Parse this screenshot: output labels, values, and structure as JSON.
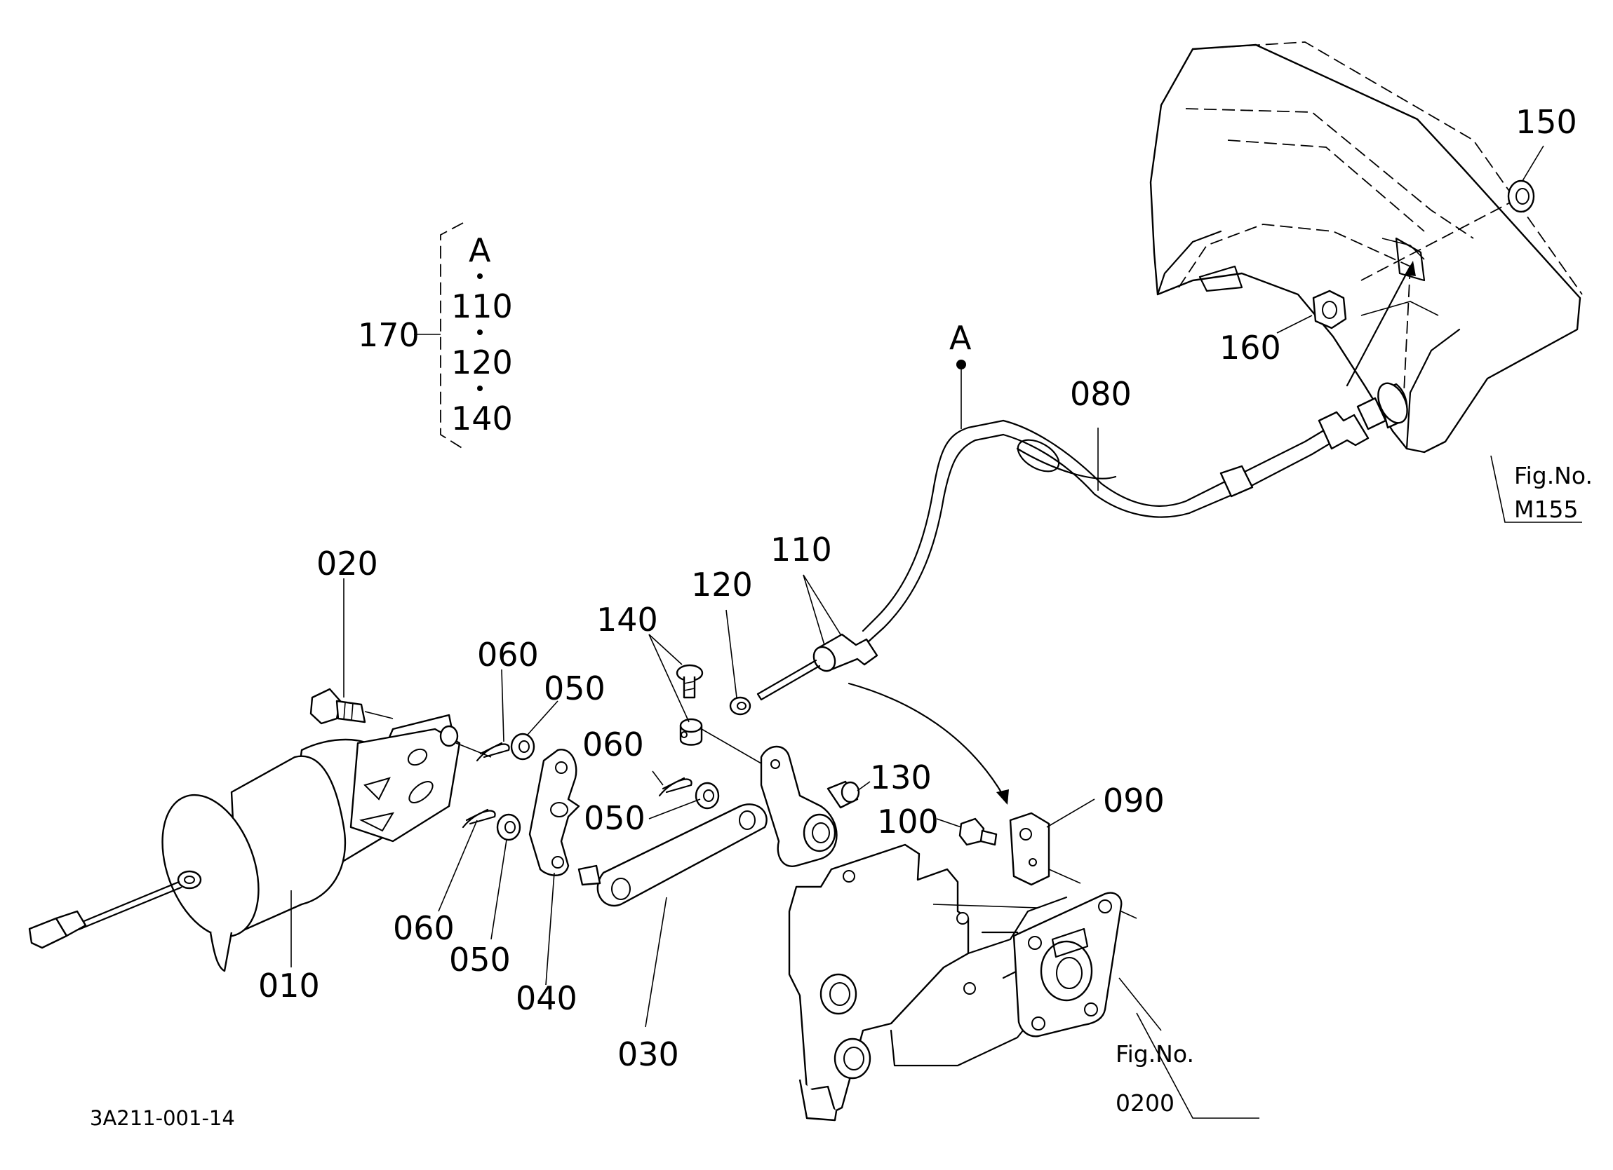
{
  "diagram_code": "3A211-001-14",
  "group_bracket": {
    "label": "170",
    "items": [
      "A",
      "110",
      "120",
      "140"
    ]
  },
  "callouts": {
    "p010": "010",
    "p020": "020",
    "p030": "030",
    "p040": "040",
    "p050a": "050",
    "p050b": "050",
    "p050c": "050",
    "p060a": "060",
    "p060b": "060",
    "p060c": "060",
    "p080": "080",
    "p090": "090",
    "p100": "100",
    "p110": "110",
    "p120": "120",
    "p130": "130",
    "p140": "140",
    "p150": "150",
    "p160": "160",
    "pointA": "A"
  },
  "figure_refs": {
    "dash_panel": {
      "label": "Fig.No.",
      "number": "M155"
    },
    "pump": {
      "label": "Fig.No.",
      "number": "0200"
    }
  }
}
